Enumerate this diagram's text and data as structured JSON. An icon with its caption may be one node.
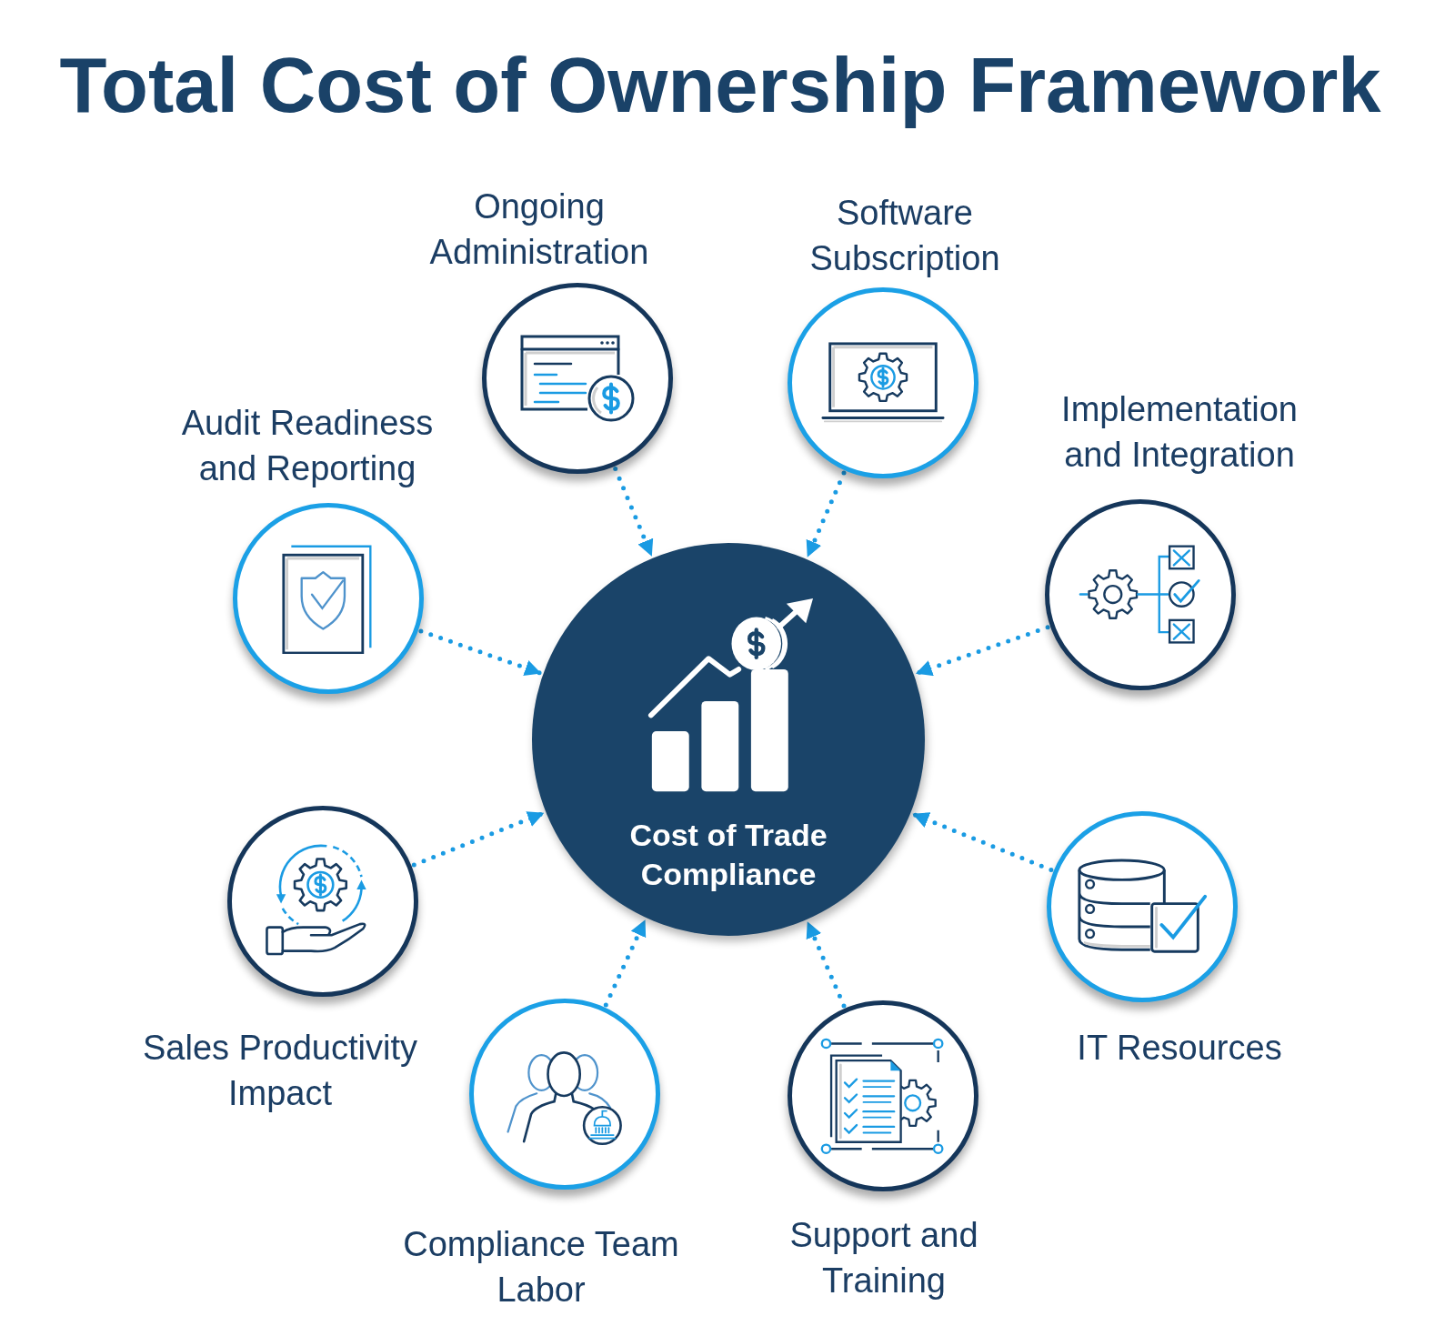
{
  "diagram": {
    "title": "Total Cost of Ownership Framework",
    "nodes": [
      {
        "text": [
          "Cost of Trade Compliance"
        ]
      },
      {
        "text": [
          "Ongoing Administration"
        ]
      },
      {
        "text": [
          "Software Subscription"
        ]
      },
      {
        "text": [
          "Implementation and Integration"
        ]
      },
      {
        "text": [
          "IT Resources"
        ]
      },
      {
        "text": [
          "Support and Training"
        ]
      },
      {
        "text": [
          "Compliance Team Labor"
        ]
      },
      {
        "text": [
          "Sales Productivity Impact"
        ]
      },
      {
        "text": [
          "Audit Readiness and Reporting"
        ]
      }
    ],
    "edges": [
      {
        "from": 1,
        "to": 0,
        "arrow": "to"
      },
      {
        "from": 2,
        "to": 0,
        "arrow": "to"
      },
      {
        "from": 3,
        "to": 0,
        "arrow": "to"
      },
      {
        "from": 4,
        "to": 0,
        "arrow": "to"
      },
      {
        "from": 5,
        "to": 0,
        "arrow": "to"
      },
      {
        "from": 6,
        "to": 0,
        "arrow": "to"
      },
      {
        "from": 7,
        "to": 0,
        "arrow": "to"
      },
      {
        "from": 8,
        "to": 0,
        "arrow": "to"
      }
    ]
  }
}
